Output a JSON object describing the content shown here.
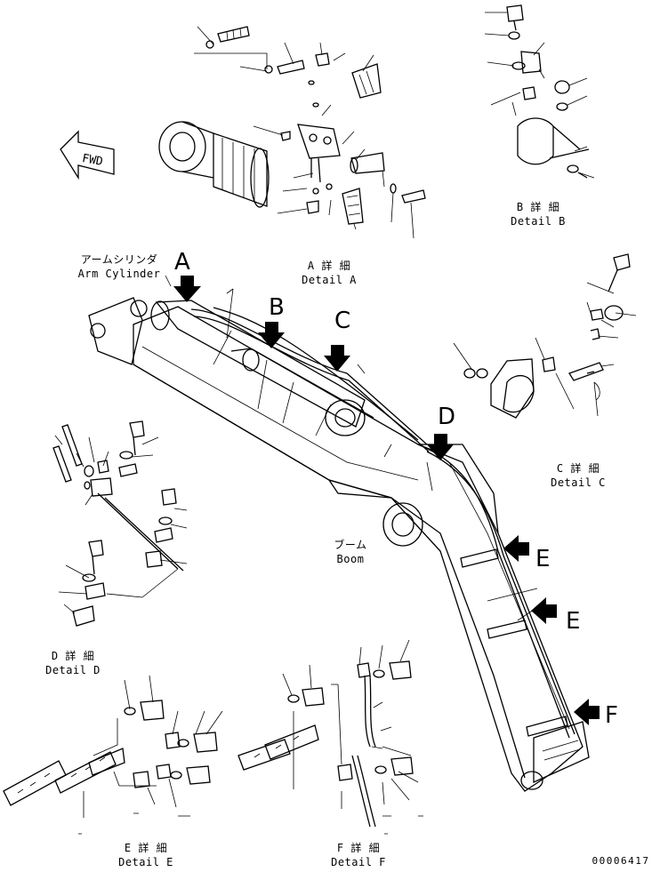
{
  "fwd_label": "FWD",
  "labels": {
    "arm_cylinder_jp": "アームシリンダ",
    "arm_cylinder_en": "Arm Cylinder",
    "detail_a_jp": "A 詳 細",
    "detail_a_en": "Detail A",
    "detail_b_jp": "B 詳 細",
    "detail_b_en": "Detail B",
    "detail_c_jp": "C 詳 細",
    "detail_c_en": "Detail C",
    "detail_d_jp": "D 詳 細",
    "detail_d_en": "Detail D",
    "detail_e_jp": "E 詳 細",
    "detail_e_en": "Detail E",
    "detail_f_jp": "F 詳 細",
    "detail_f_en": "Detail F",
    "boom_jp": "ブーム",
    "boom_en": "Boom"
  },
  "callouts": {
    "a": "A",
    "b": "B",
    "c": "C",
    "d": "D",
    "e1": "E",
    "e2": "E",
    "f": "F"
  },
  "drawing_number": "00006417"
}
